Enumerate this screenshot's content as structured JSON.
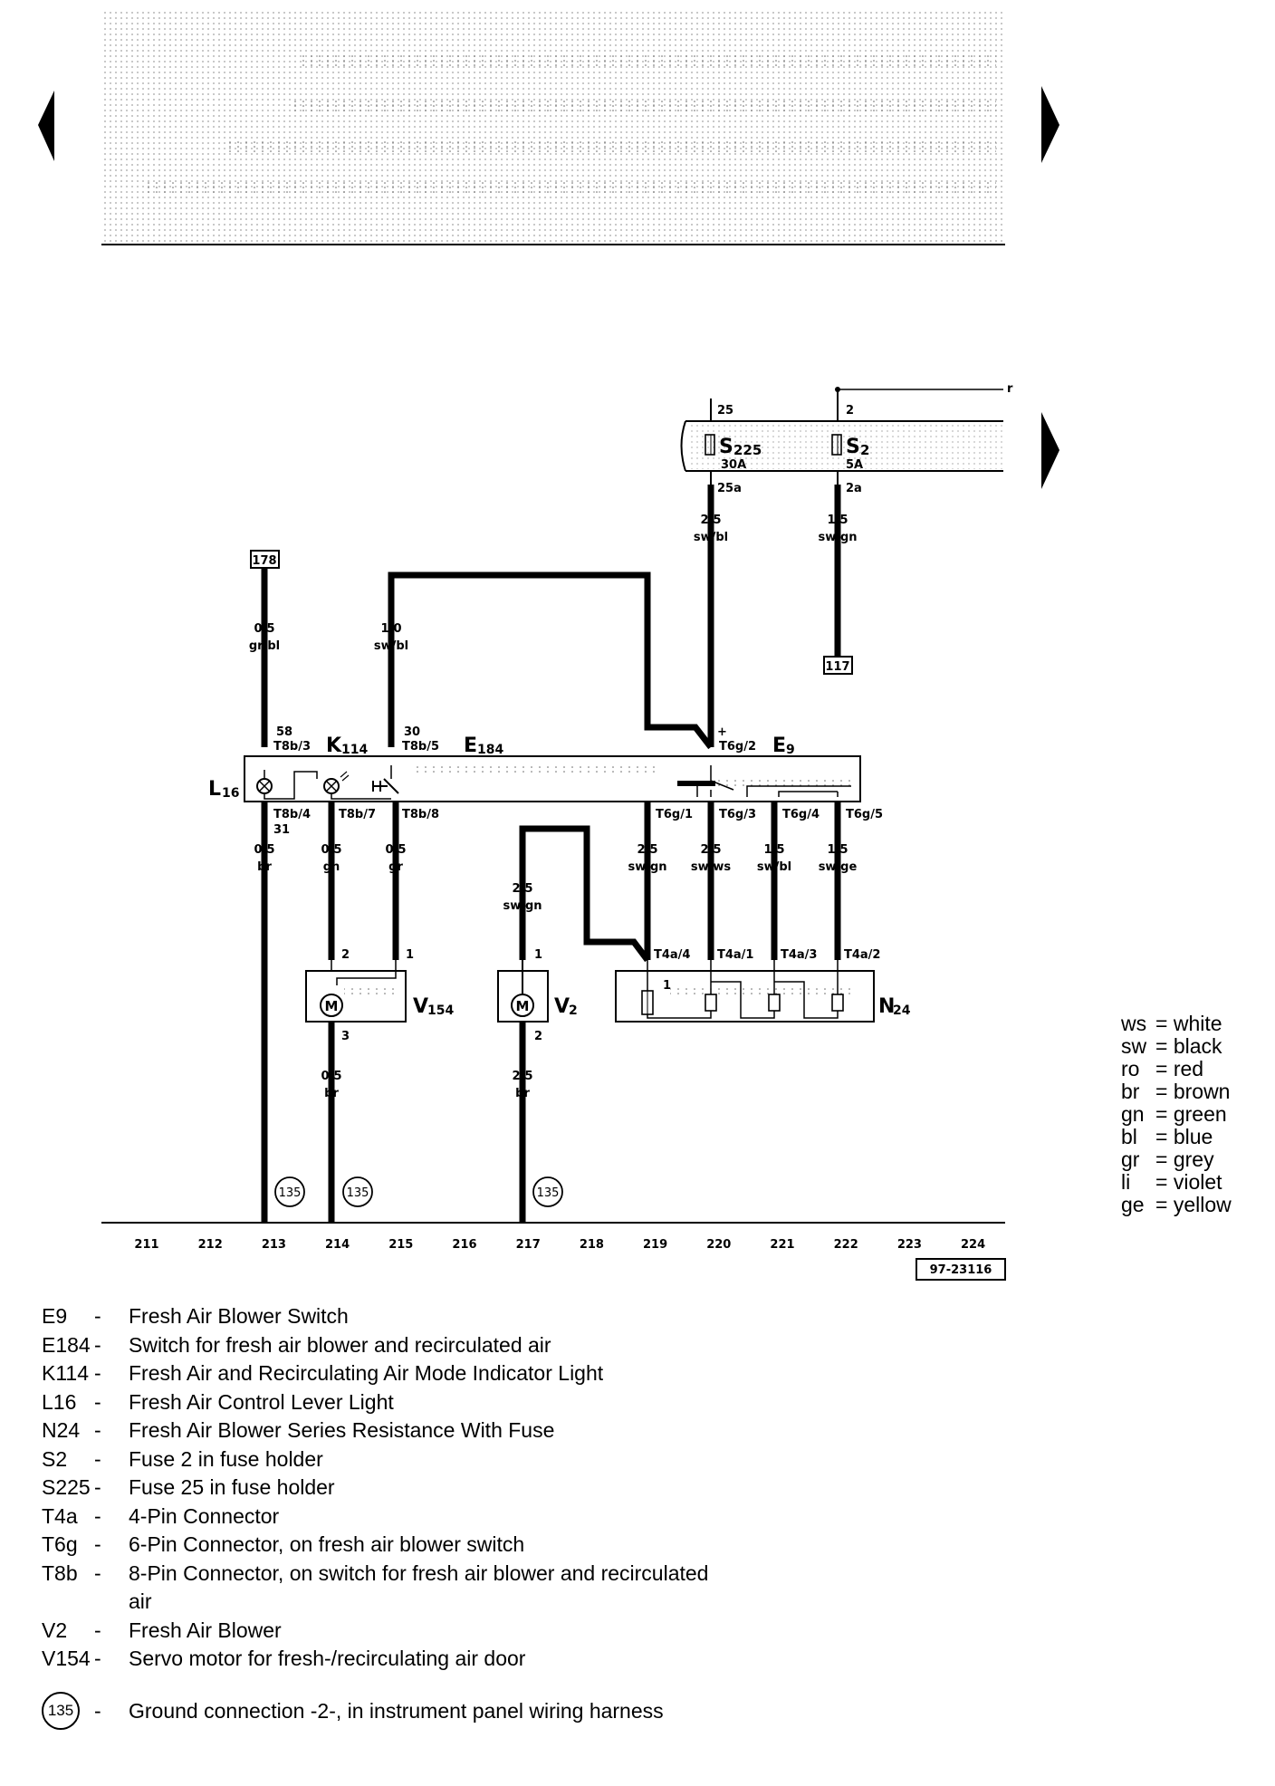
{
  "nav": {
    "prev_label": "previous page",
    "next_label": "next page"
  },
  "fuses": [
    {
      "id": "S",
      "sub": "225",
      "in": "25",
      "out": "25a",
      "rating": "30A"
    },
    {
      "id": "S",
      "sub": "2",
      "in": "2",
      "out": "2a",
      "rating": "5A"
    }
  ],
  "bus_label_r": "r",
  "wires": {
    "s225_out": {
      "size": "2,5",
      "color": "sw/bl"
    },
    "s2_out": {
      "size": "1,5",
      "color": "sw/gn"
    },
    "w178": {
      "size": "0,5",
      "color": "gr/bl"
    },
    "w30": {
      "size": "1,0",
      "color": "sw/bl"
    },
    "w31": {
      "size": "0,5",
      "color": "br"
    },
    "w_gn": {
      "size": "0,5",
      "color": "gn"
    },
    "w_gr": {
      "size": "0,5",
      "color": "gr"
    },
    "w_v2": {
      "size": "2,5",
      "color": "sw/gn"
    },
    "w_t6g1": {
      "size": "2,5",
      "color": "sw/gn"
    },
    "w_t6g3": {
      "size": "2,5",
      "color": "sw/ws"
    },
    "w_t6g4": {
      "size": "1,5",
      "color": "sw/bl"
    },
    "w_t6g5": {
      "size": "1,5",
      "color": "sw/ge"
    },
    "w_v154_gnd": {
      "size": "0,5",
      "color": "br"
    },
    "w_v2_gnd": {
      "size": "2,5",
      "color": "br"
    }
  },
  "refs": {
    "r178": "178",
    "r117": "117"
  },
  "terminals": {
    "t58": "58",
    "t8b3": "T8b/3",
    "t30": "30",
    "t8b5": "T8b/5",
    "t6g2": "T6g/2",
    "plus": "+",
    "t8b4": "T8b/4",
    "t31": "31",
    "t8b7": "T8b/7",
    "t8b8": "T8b/8",
    "t6g1": "T6g/1",
    "t6g3": "T6g/3",
    "t6g4": "T6g/4",
    "t6g5": "T6g/5",
    "t4a4": "T4a/4",
    "t4a1": "T4a/1",
    "t4a3": "T4a/3",
    "t4a2": "T4a/2",
    "v154_p2": "2",
    "v154_p1": "1",
    "v154_p3": "3",
    "v2_p1": "1",
    "v2_p2": "2",
    "n24_p1": "1"
  },
  "components": {
    "K": {
      "id": "K",
      "sub": "114"
    },
    "E184": {
      "id": "E",
      "sub": "184"
    },
    "E9": {
      "id": "E",
      "sub": "9"
    },
    "L16": {
      "id": "L",
      "sub": "16"
    },
    "V154": {
      "id": "V",
      "sub": "154"
    },
    "V2": {
      "id": "V",
      "sub": "2"
    },
    "N24": {
      "id": "N",
      "sub": "24"
    },
    "motor_symbol": "M"
  },
  "ground_ref": "135",
  "ruler": [
    "211",
    "212",
    "213",
    "214",
    "215",
    "216",
    "217",
    "218",
    "219",
    "220",
    "221",
    "222",
    "223",
    "224"
  ],
  "figure_id": "97-23116",
  "color_legend": [
    {
      "code": "ws",
      "name": "white"
    },
    {
      "code": "sw",
      "name": "black"
    },
    {
      "code": "ro",
      "name": "red"
    },
    {
      "code": "br",
      "name": "brown"
    },
    {
      "code": "gn",
      "name": "green"
    },
    {
      "code": "bl",
      "name": "blue"
    },
    {
      "code": "gr",
      "name": "grey"
    },
    {
      "code": "li",
      "name": "violet"
    },
    {
      "code": "ge",
      "name": "yellow"
    }
  ],
  "legend": [
    {
      "code": "E9",
      "desc": "Fresh Air Blower Switch"
    },
    {
      "code": "E184",
      "desc": "Switch for fresh air blower and recirculated air"
    },
    {
      "code": "K114",
      "desc": "Fresh Air and Recirculating Air Mode Indicator Light"
    },
    {
      "code": "L16",
      "desc": "Fresh Air Control Lever Light"
    },
    {
      "code": "N24",
      "desc": "Fresh Air Blower Series Resistance With Fuse"
    },
    {
      "code": "S2",
      "desc": "Fuse 2 in fuse holder"
    },
    {
      "code": "S225",
      "desc": "Fuse 25 in fuse holder"
    },
    {
      "code": "T4a",
      "desc": "4-Pin Connector"
    },
    {
      "code": "T6g",
      "desc": "6-Pin Connector, on fresh air blower switch"
    },
    {
      "code": "T8b",
      "desc": "8-Pin Connector, on switch for fresh air blower and recirculated air"
    },
    {
      "code": "V2",
      "desc": "Fresh Air Blower"
    },
    {
      "code": "V154",
      "desc": "Servo motor for fresh-/recirculating air door"
    }
  ],
  "ground_legend": {
    "symbol": "135",
    "desc": "Ground connection -2-, in instrument panel wiring harness"
  }
}
